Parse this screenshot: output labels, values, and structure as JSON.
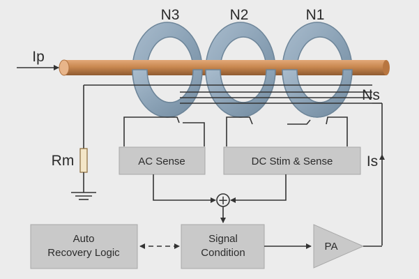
{
  "coil_labels": {
    "n3": "N3",
    "n2": "N2",
    "n1": "N1"
  },
  "labels": {
    "ip": "Ip",
    "ns": "Ns",
    "rm": "Rm",
    "is": "Is"
  },
  "blocks": {
    "ac_sense": "AC Sense",
    "dc_stim_sense": "DC Stim & Sense",
    "auto_recovery_line1": "Auto",
    "auto_recovery_line2": "Recovery Logic",
    "signal_condition_line1": "Signal",
    "signal_condition_line2": "Condition",
    "pa": "PA"
  },
  "summing_symbol": "+",
  "colors": {
    "background": "#ececec",
    "conductor": "#c7854f",
    "core": "#8ea5ba",
    "block_fill": "#c9c9c9",
    "wire": "#333333"
  }
}
